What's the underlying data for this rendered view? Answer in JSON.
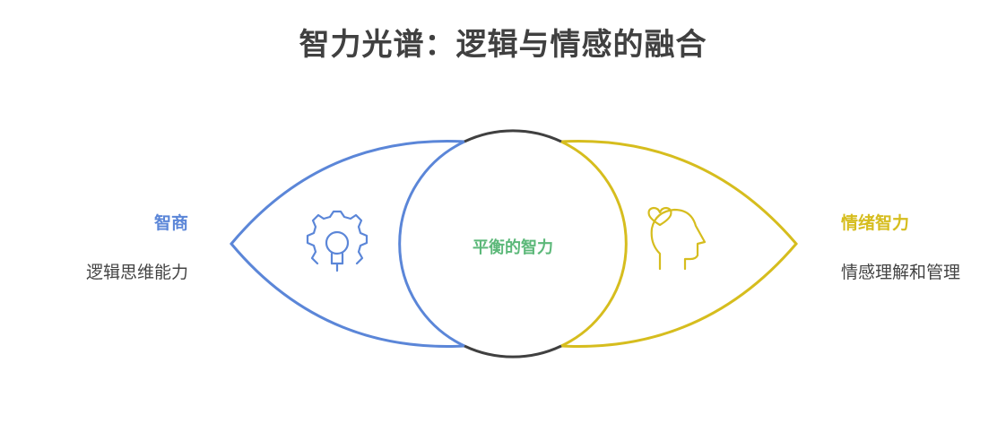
{
  "title": "智力光谱：逻辑与情感的融合",
  "left": {
    "title": "智商",
    "description": "逻辑思维能力",
    "color": "#5b86d8",
    "icon": "gear-lightbulb-icon"
  },
  "center": {
    "label": "平衡的智力",
    "color": "#5cb879",
    "outline_color": "#404040"
  },
  "right": {
    "title": "情绪智力",
    "description": "情感理解和管理",
    "color": "#d6bd1e",
    "icon": "head-heart-icon"
  }
}
